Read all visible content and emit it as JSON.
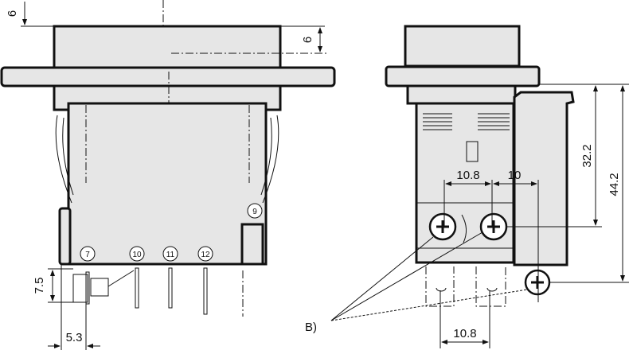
{
  "title": "Switch dimensional drawing",
  "dimensions": {
    "front_top_offset": "6",
    "front_center_offset": "6",
    "pin_height": "7.5",
    "pin_offset": "5.3",
    "terminal_pitch_top": "10.8",
    "terminal_to_aux": "10",
    "height_to_terminal": "32.2",
    "height_total": "44.2",
    "terminal_pitch_bottom": "10.8"
  },
  "terminals": [
    "7",
    "10",
    "11",
    "12",
    "9"
  ],
  "callout": "B)",
  "colors": {
    "fill": "#e6e6e6",
    "line": "#111111"
  }
}
